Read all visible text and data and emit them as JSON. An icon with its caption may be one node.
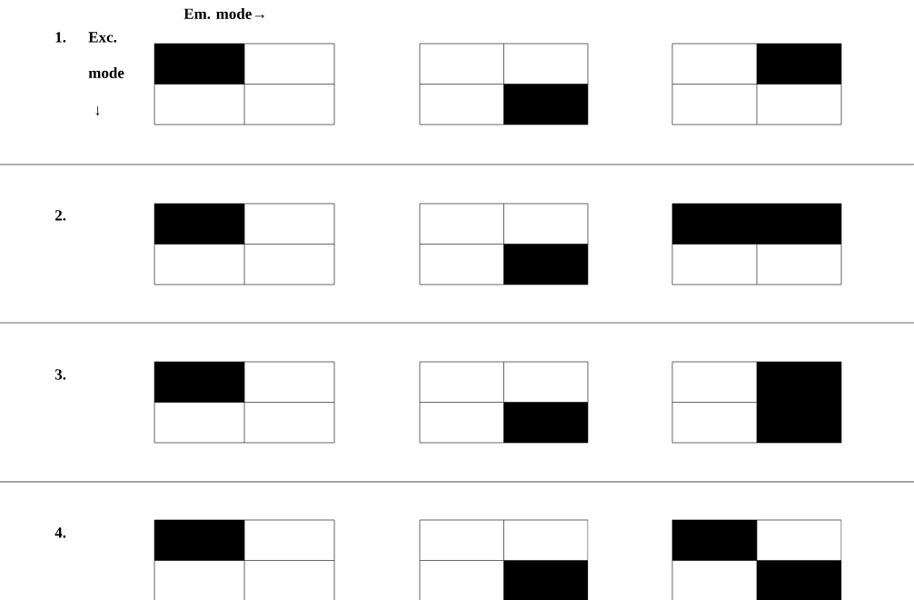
{
  "diagram": {
    "labels": [
      "Em. mode→",
      "1.",
      "Exc.",
      "mode",
      "↓",
      "2.",
      "3.",
      "4."
    ]
  }
}
